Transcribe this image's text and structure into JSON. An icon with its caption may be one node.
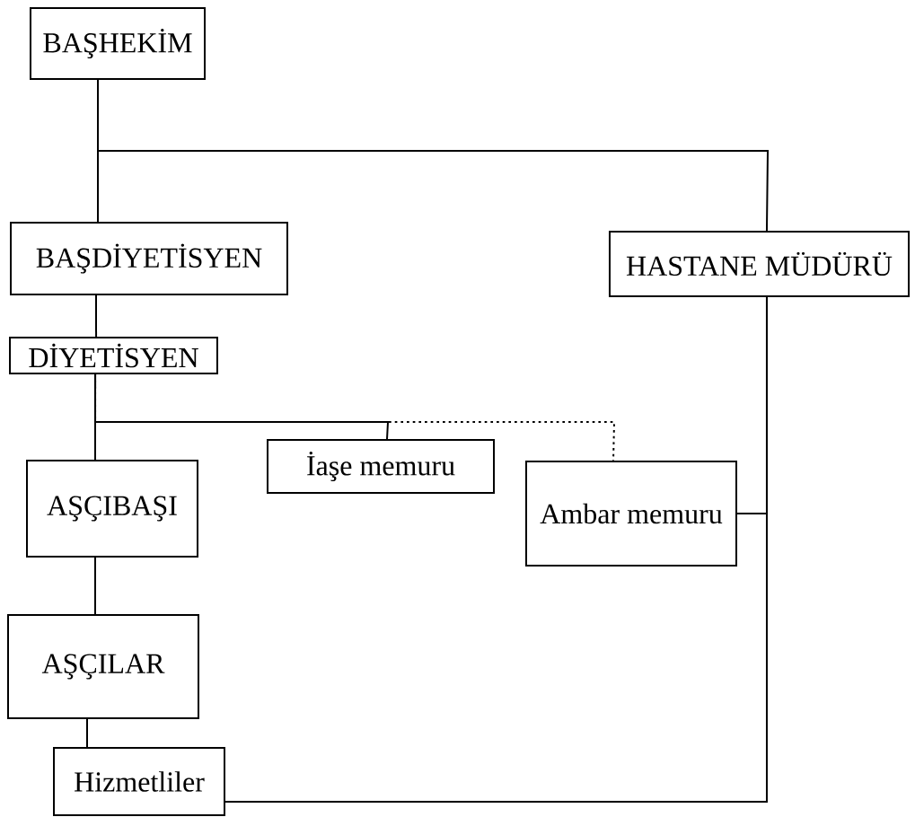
{
  "diagram": {
    "nodes": [
      {
        "text": [
          "BAŞHEKİM"
        ]
      },
      {
        "text": [
          "BAŞDİYETİSYEN"
        ]
      },
      {
        "text": [
          "HASTANE MÜDÜRÜ"
        ]
      },
      {
        "text": [
          "DİYETİSYEN"
        ]
      },
      {
        "text": [
          "İaşe memuru"
        ]
      },
      {
        "text": [
          "AŞÇIBAŞI"
        ]
      },
      {
        "text": [
          "Ambar memuru"
        ]
      },
      {
        "text": [
          "AŞÇILAR"
        ]
      },
      {
        "text": [
          "Hizmetliler"
        ]
      }
    ],
    "edges": [
      {
        "from": 0,
        "to": 1,
        "arrow": "none"
      },
      {
        "from": 0,
        "to": 2,
        "arrow": "none"
      },
      {
        "from": 1,
        "to": 3,
        "arrow": "none"
      },
      {
        "from": 3,
        "to": 4,
        "arrow": "none"
      },
      {
        "from": 3,
        "to": 5,
        "arrow": "none"
      },
      {
        "from": 3,
        "to": 6,
        "arrow": "none",
        "style": "dashed"
      },
      {
        "from": 5,
        "to": 7,
        "arrow": "none"
      },
      {
        "from": 7,
        "to": 8,
        "arrow": "none"
      },
      {
        "from": 2,
        "to": 6,
        "arrow": "none"
      },
      {
        "from": 2,
        "to": 8,
        "arrow": "none"
      }
    ]
  }
}
